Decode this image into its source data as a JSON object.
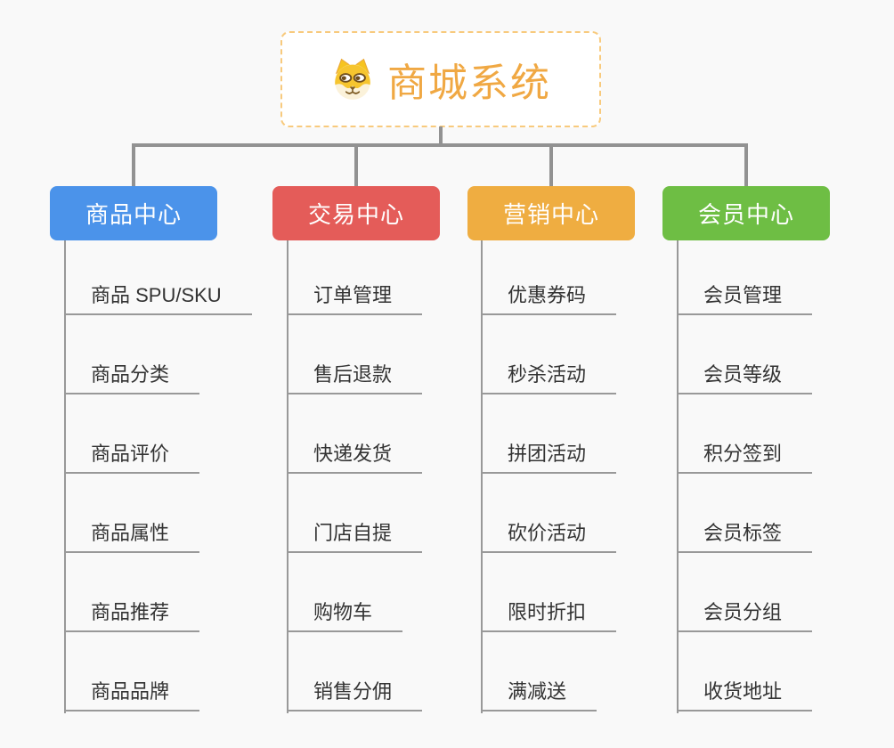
{
  "root": {
    "title": "商城系统",
    "icon": "dog-icon",
    "text_color": "#F0A843",
    "border_color": "#F8CA7D"
  },
  "colors": {
    "background": "#F9F9F9",
    "connector_line": "#929292",
    "leaf_line": "#999999",
    "leaf_text": "#333333"
  },
  "branches": [
    {
      "title": "商品中心",
      "color": "#4B93EA",
      "items": [
        "商品 SPU/SKU",
        "商品分类",
        "商品评价",
        "商品属性",
        "商品推荐",
        "商品品牌"
      ]
    },
    {
      "title": "交易中心",
      "color": "#E45C59",
      "items": [
        "订单管理",
        "售后退款",
        "快递发货",
        "门店自提",
        "购物车",
        "销售分佣"
      ]
    },
    {
      "title": "营销中心",
      "color": "#EFAD41",
      "items": [
        "优惠券码",
        "秒杀活动",
        "拼团活动",
        "砍价活动",
        "限时折扣",
        "满减送"
      ]
    },
    {
      "title": "会员中心",
      "color": "#6EBE44",
      "items": [
        "会员管理",
        "会员等级",
        "积分签到",
        "会员标签",
        "会员分组",
        "收货地址"
      ]
    }
  ]
}
